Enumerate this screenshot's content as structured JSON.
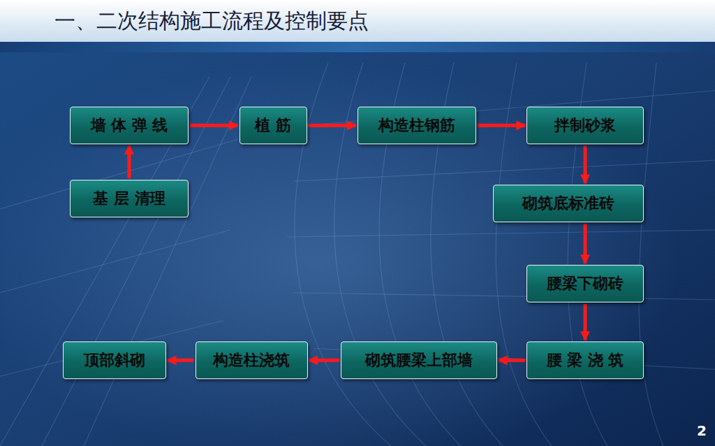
{
  "diagram": {
    "title": "一、二次结构施工流程及控制要点",
    "nodes": [
      {
        "text": [
          "墙 体 弹 线"
        ]
      },
      {
        "text": [
          "植 筋"
        ]
      },
      {
        "text": [
          "构造柱钢筋"
        ]
      },
      {
        "text": [
          "拌制砂浆"
        ]
      },
      {
        "text": [
          "基 层 清理"
        ]
      },
      {
        "text": [
          "砌筑底标准砖"
        ]
      },
      {
        "text": [
          "腰梁下砌砖"
        ]
      },
      {
        "text": [
          "顶部斜砌"
        ]
      },
      {
        "text": [
          "构造柱浇筑"
        ]
      },
      {
        "text": [
          "砌筑腰梁上部墙"
        ]
      },
      {
        "text": [
          "腰 梁 浇 筑"
        ]
      }
    ],
    "edges": [
      {
        "from": 4,
        "to": 0,
        "arrow": "to"
      },
      {
        "from": 0,
        "to": 1,
        "arrow": "to"
      },
      {
        "from": 1,
        "to": 2,
        "arrow": "to"
      },
      {
        "from": 2,
        "to": 3,
        "arrow": "to"
      },
      {
        "from": 3,
        "to": 5,
        "arrow": "to"
      },
      {
        "from": 5,
        "to": 6,
        "arrow": "to"
      },
      {
        "from": 6,
        "to": 10,
        "arrow": "to"
      },
      {
        "from": 10,
        "to": 9,
        "arrow": "to"
      },
      {
        "from": 9,
        "to": 8,
        "arrow": "to"
      },
      {
        "from": 8,
        "to": 7,
        "arrow": "to"
      }
    ],
    "labels": [
      "2"
    ]
  }
}
